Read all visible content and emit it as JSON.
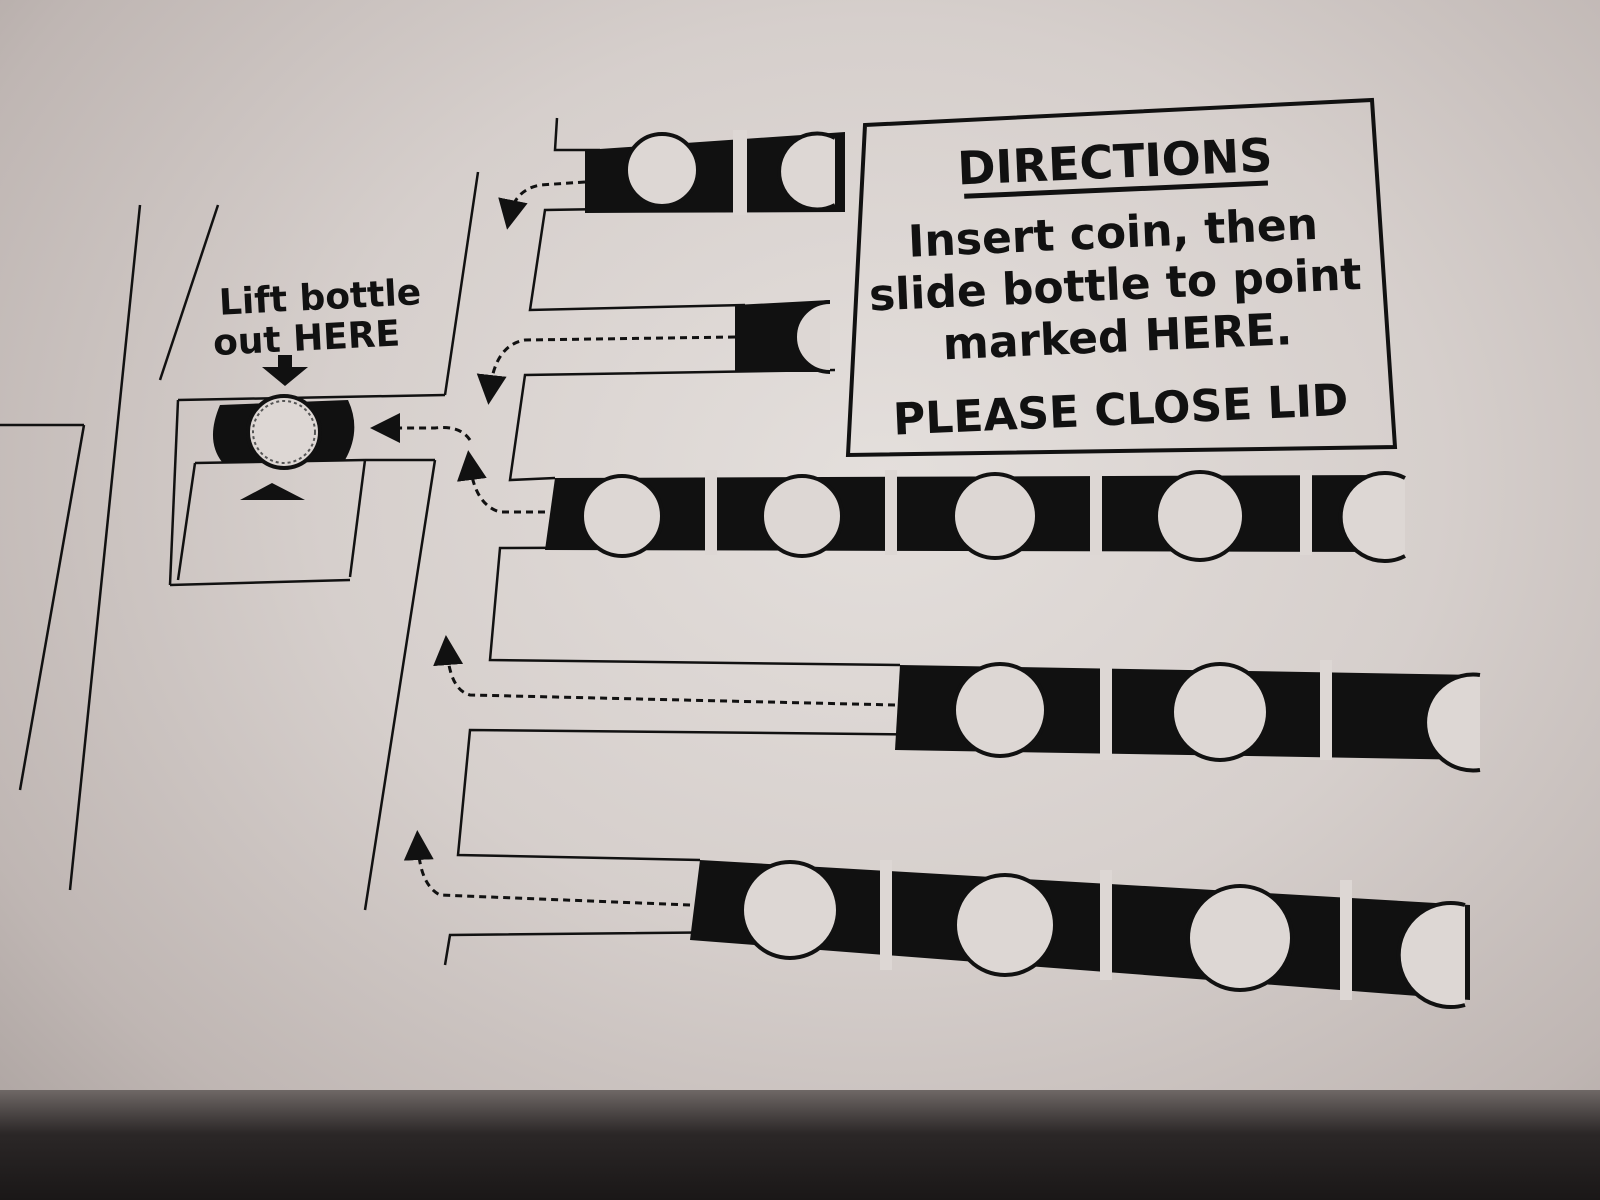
{
  "lift_label": {
    "line1": "Lift bottle",
    "line2": "out HERE"
  },
  "directions": {
    "title": "DIRECTIONS",
    "line1": "Insert coin, then",
    "line2": "slide bottle to point",
    "line3": "marked HERE.",
    "footer": "PLEASE CLOSE LID"
  },
  "colors": {
    "ink": "#111111",
    "paper": "#ddd7d4"
  }
}
